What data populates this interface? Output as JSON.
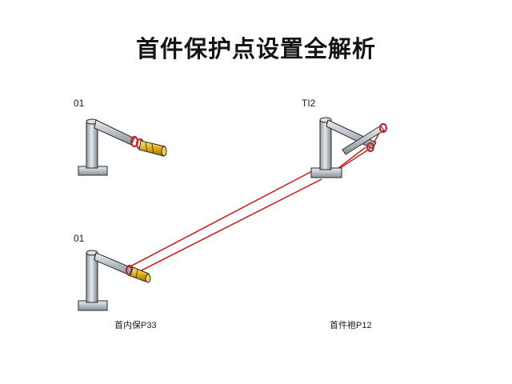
{
  "title": "首件保护点设置全解析",
  "labels": {
    "top_left": "01",
    "top_right": "TI2",
    "bottom_left": "01",
    "caption_left": "首内保P33",
    "caption_right": "首件袍P12"
  },
  "colors": {
    "rope": "#c62828",
    "rope_ring": "#d32f2f",
    "post_steel": "#b8bfc6",
    "post_outline": "#2a2a2a",
    "gold_fitting": "#e3b21a"
  },
  "icons": {
    "post": "guard-post-icon",
    "fitting": "brass-fitting-icon",
    "cross": "cross-bar-icon"
  }
}
